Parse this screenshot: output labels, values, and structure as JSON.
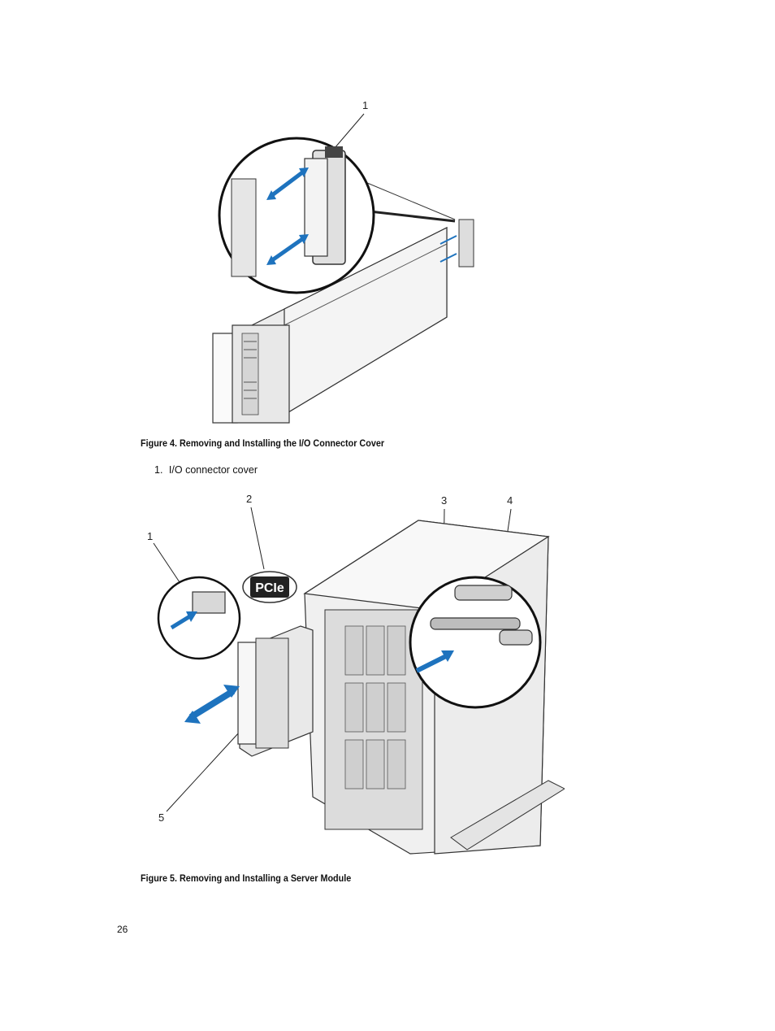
{
  "figure4": {
    "callouts": [
      "1"
    ],
    "caption": "Figure 4. Removing and Installing the I/O Connector Cover",
    "legend": [
      {
        "num": "1.",
        "label": "I/O connector cover"
      }
    ]
  },
  "figure5": {
    "callouts": [
      "1",
      "2",
      "3",
      "4",
      "5"
    ],
    "badge": "PCIe",
    "caption": "Figure 5. Removing and Installing a Server Module"
  },
  "page": {
    "number": "26"
  },
  "colors": {
    "arrow_blue": "#1e73be",
    "outline": "#333333",
    "panel": "#e6e6e6"
  }
}
